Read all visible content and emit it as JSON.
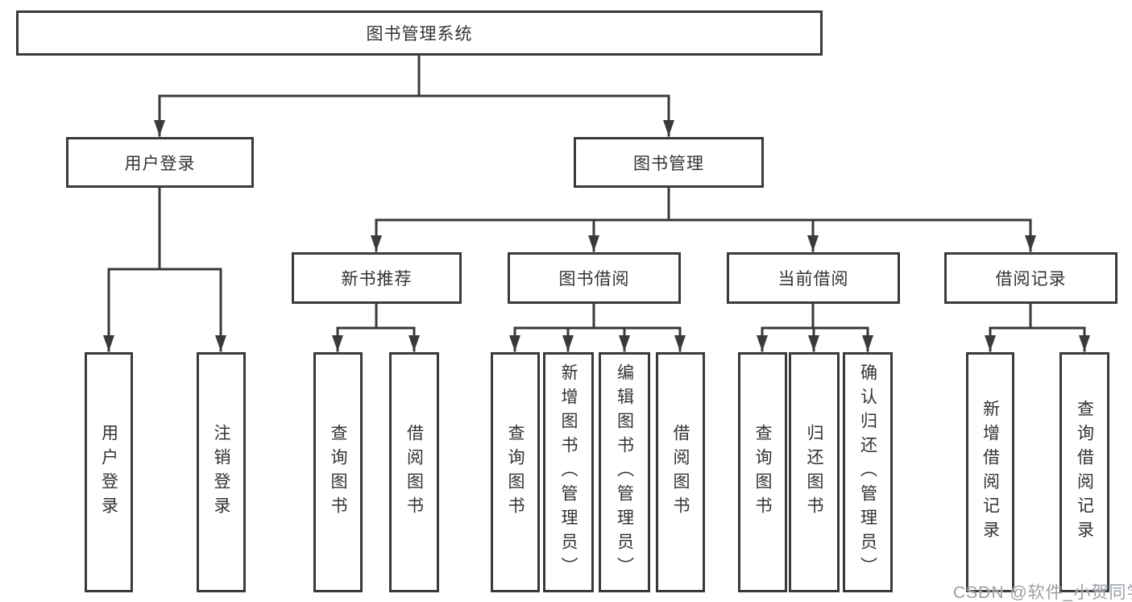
{
  "colors": {
    "line": "#3a3a3a",
    "box_border": "#3a3a3a",
    "text": "#333333",
    "background": "#ffffff",
    "watermark": "#9aa0a6"
  },
  "watermark": {
    "text": "CSDN @软件_小贺同学"
  },
  "diagram": {
    "type": "hierarchy",
    "root": {
      "label": "图书管理系统"
    },
    "level2": [
      {
        "label": "用户登录"
      },
      {
        "label": "图书管理"
      }
    ],
    "level3": [
      {
        "label": "新书推荐",
        "parent": "图书管理"
      },
      {
        "label": "图书借阅",
        "parent": "图书管理"
      },
      {
        "label": "当前借阅",
        "parent": "图书管理"
      },
      {
        "label": "借阅记录",
        "parent": "图书管理"
      }
    ],
    "leaves": [
      {
        "label": "用户登录",
        "parent": "用户登录"
      },
      {
        "label": "注销登录",
        "parent": "用户登录"
      },
      {
        "label": "查询图书",
        "parent": "新书推荐"
      },
      {
        "label": "借阅图书",
        "parent": "新书推荐"
      },
      {
        "label": "查询图书",
        "parent": "图书借阅"
      },
      {
        "label": "新增图书（管理员）",
        "parent": "图书借阅"
      },
      {
        "label": "编辑图书（管理员）",
        "parent": "图书借阅"
      },
      {
        "label": "借阅图书",
        "parent": "图书借阅"
      },
      {
        "label": "查询图书",
        "parent": "当前借阅"
      },
      {
        "label": "归还图书",
        "parent": "当前借阅"
      },
      {
        "label": "确认归还（管理员）",
        "parent": "当前借阅"
      },
      {
        "label": "新增借阅记录",
        "parent": "借阅记录"
      },
      {
        "label": "查询借阅记录",
        "parent": "借阅记录"
      }
    ]
  }
}
